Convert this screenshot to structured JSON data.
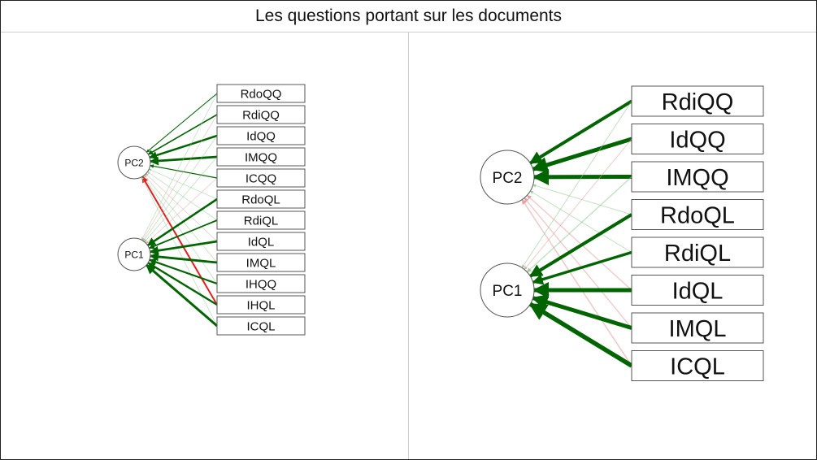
{
  "title": "Les questions portant sur les documents",
  "colors": {
    "positive": "#006400",
    "negative": "#e02020",
    "box_stroke": "#555555"
  },
  "left_panel": {
    "factors": [
      "PC2",
      "PC1"
    ],
    "items": [
      "RdoQQ",
      "RdiQQ",
      "IdQQ",
      "IMQQ",
      "ICQQ",
      "RdoQL",
      "RdiQL",
      "IdQL",
      "IMQL",
      "IHQQ",
      "IHQL",
      "ICQL"
    ]
  },
  "right_panel": {
    "factors": [
      "PC2",
      "PC1"
    ],
    "items": [
      "RdiQQ",
      "IdQQ",
      "IMQQ",
      "RdoQL",
      "RdiQL",
      "IdQL",
      "IMQL",
      "ICQL"
    ]
  }
}
